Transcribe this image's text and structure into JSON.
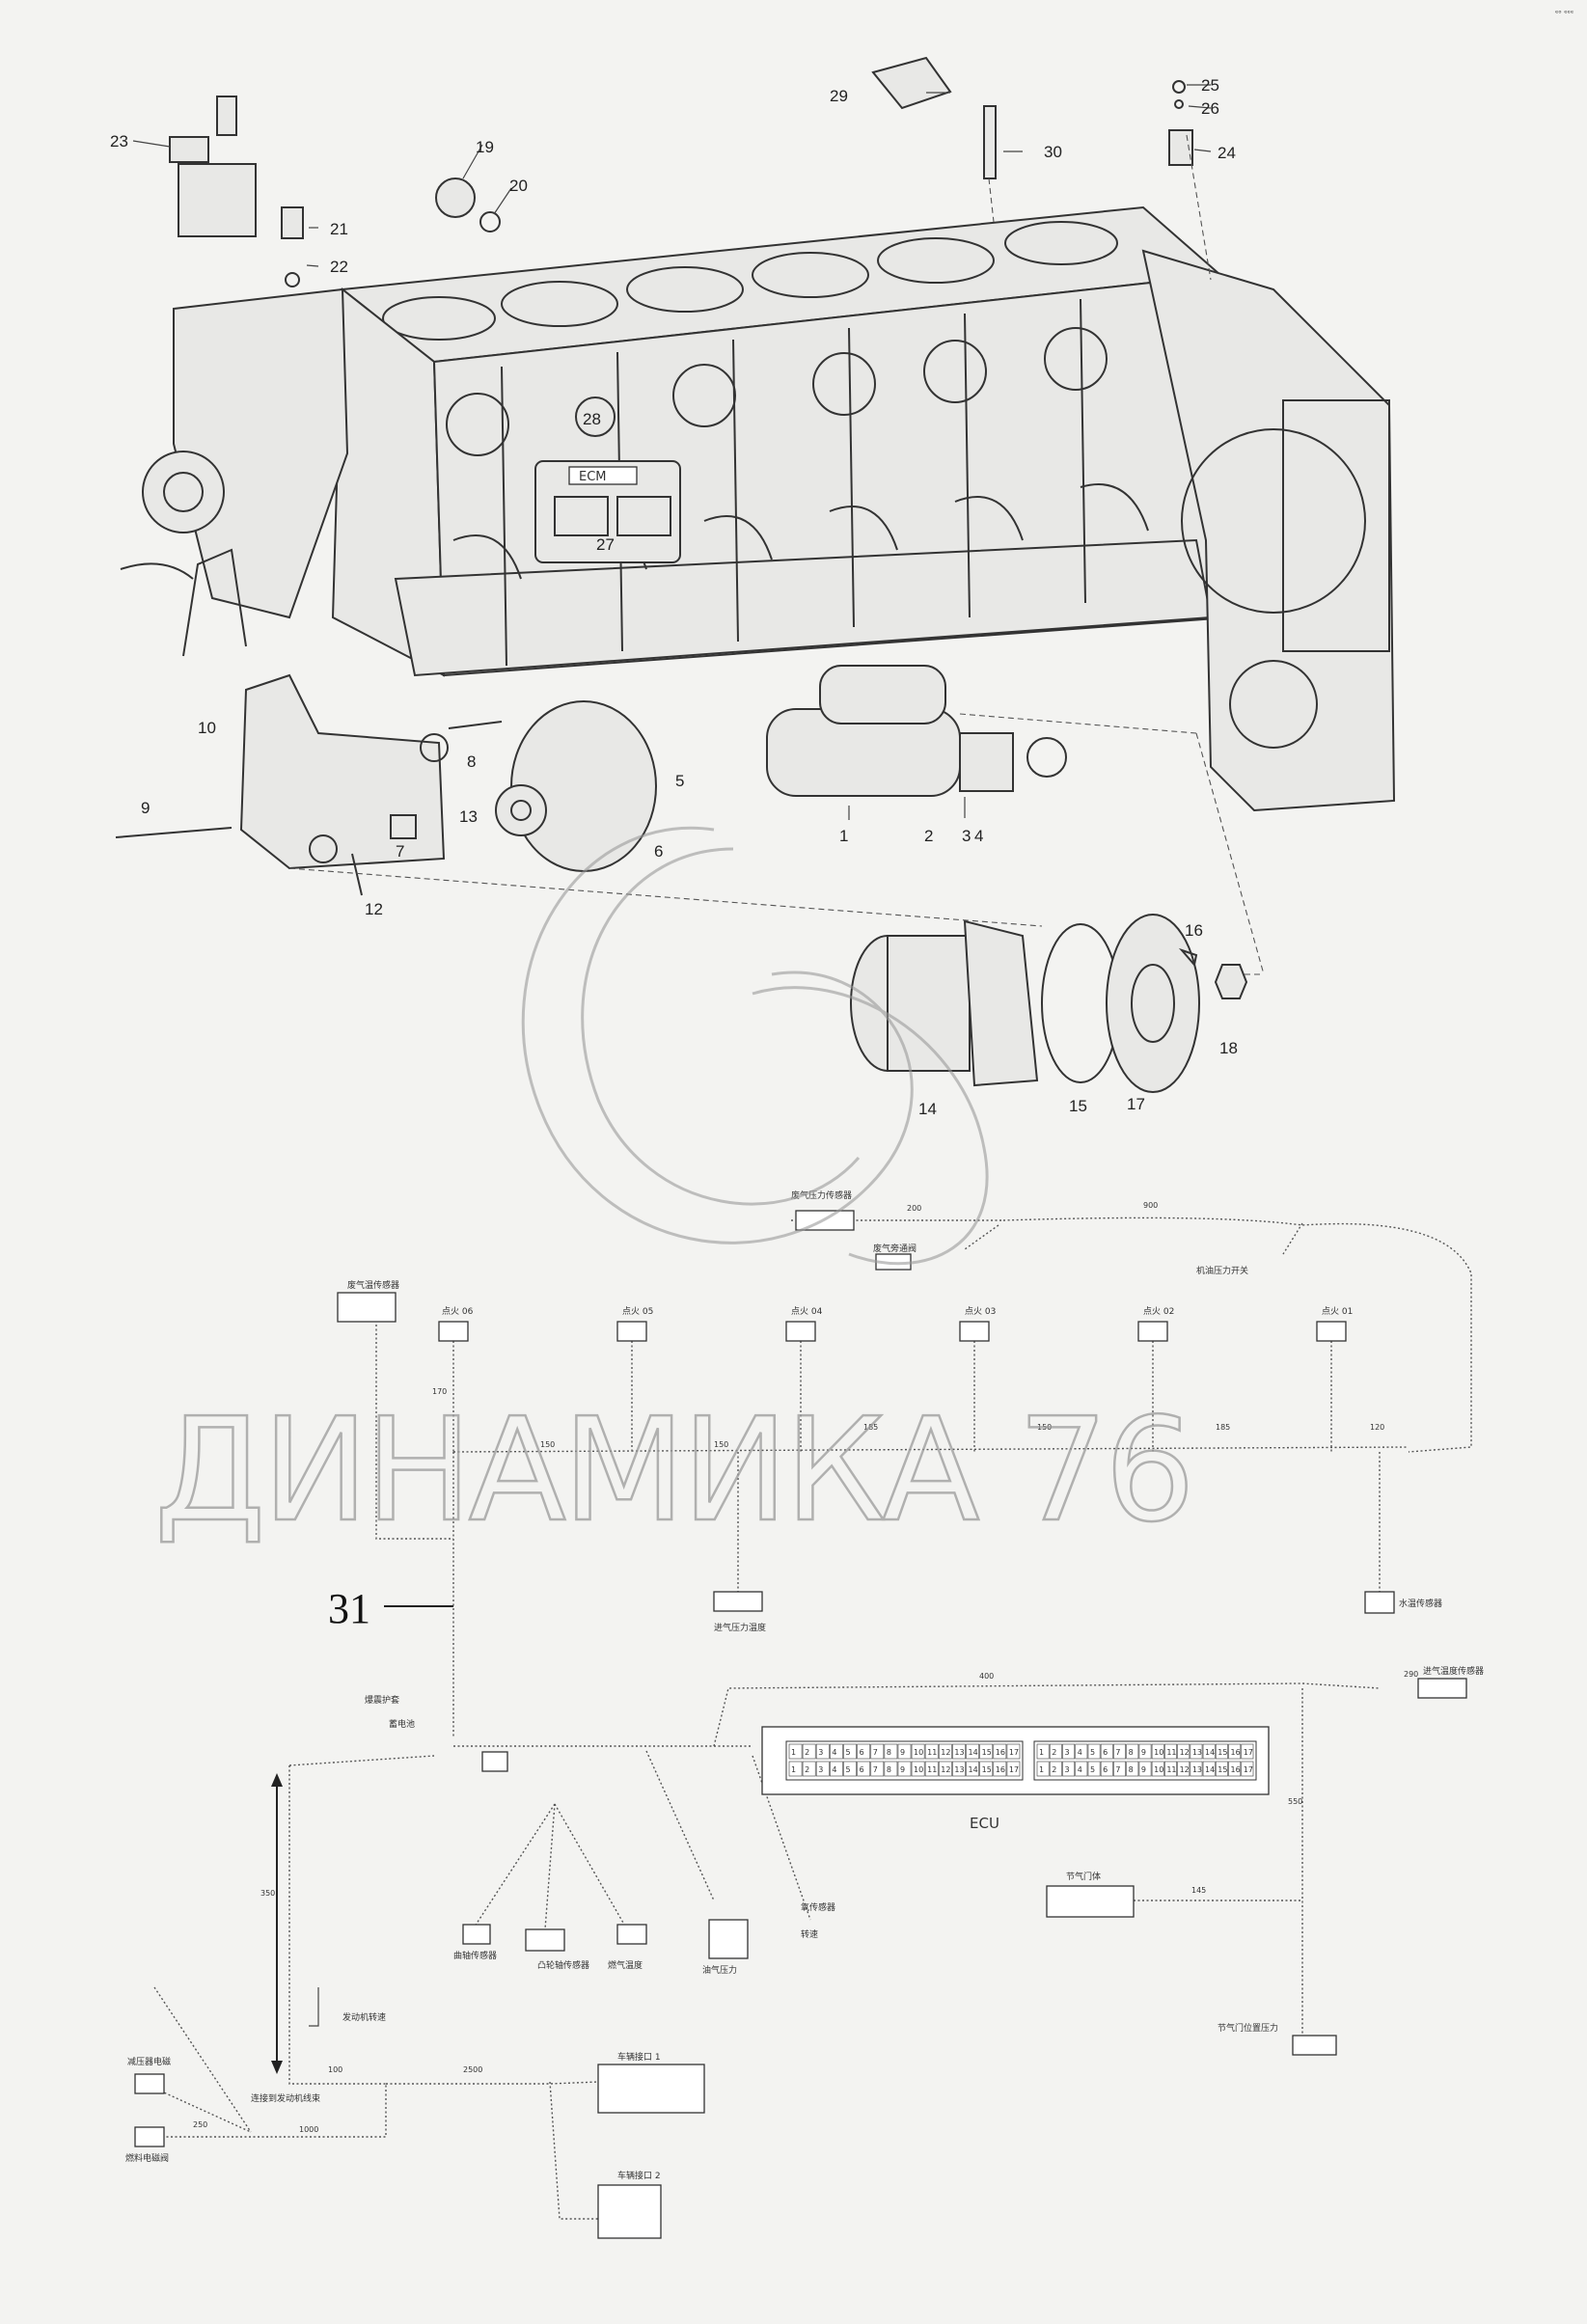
{
  "corner_mark": "ᵉᵒ ᵉᵉᵉ",
  "watermark": "ДИНАМИКА 76",
  "harness_label": "31",
  "ecu_box": {
    "title": "ECU",
    "left_row1": [
      "1",
      "2",
      "3",
      "4",
      "5",
      "6",
      "7",
      "8",
      "9",
      "10",
      "11",
      "12",
      "13",
      "14",
      "15",
      "16",
      "17"
    ],
    "left_row2": [
      "1",
      "2",
      "3",
      "4",
      "5",
      "6",
      "7",
      "8",
      "9",
      "10",
      "11",
      "12",
      "13",
      "14",
      "15",
      "16",
      "17"
    ],
    "right_row1": [
      "1",
      "2",
      "3",
      "4",
      "5",
      "6",
      "7",
      "8",
      "9",
      "10",
      "11",
      "12",
      "13",
      "14",
      "15",
      "16",
      "17"
    ],
    "right_row2": [
      "1",
      "2",
      "3",
      "4",
      "5",
      "6",
      "7",
      "8",
      "9",
      "10",
      "11",
      "12",
      "13",
      "14",
      "15",
      "16",
      "17"
    ]
  },
  "parts": [
    "1",
    "2",
    "3",
    "4",
    "5",
    "6",
    "7",
    "8",
    "9",
    "10",
    "12",
    "13",
    "14",
    "15",
    "16",
    "17",
    "18",
    "19",
    "20",
    "21",
    "22",
    "23",
    "24",
    "25",
    "26",
    "27",
    "28",
    "29",
    "30"
  ],
  "engine_labels": {
    "ecm": "ECM"
  },
  "harness_text": {
    "t1": "废气压力传感器",
    "t2": "废气旁通阀",
    "t3": "机油压力开关",
    "t4": "废气温传感器",
    "t5": "点火 06",
    "t6": "点火 05",
    "t7": "点火 04",
    "t8": "点火 03",
    "t9": "点火 02",
    "t10": "点火 01",
    "t11": "水温传感器",
    "t12": "进气压力温度",
    "t13": "进气温度传感器",
    "t14": "爆震护套",
    "t15": "曲轴传感器",
    "t16": "凸轮轴传感器",
    "t17": "蓄电池",
    "t18": "燃气温度",
    "t19": "油气压力",
    "t20": "转速",
    "t21": "节气门体",
    "t22": "节气门位置压力",
    "t23": "发动机转速",
    "t24": "减压器电磁",
    "t25": "燃料电磁阀",
    "t26": "车辆接口 1",
    "t27": "车辆接口 2",
    "t28": "连接到发动机线束",
    "t29": "氧传感器"
  },
  "wire_lengths": {
    "w1": "200",
    "w2": "900",
    "w3": "150",
    "w4": "185",
    "w5": "150",
    "w6": "185",
    "w7": "150",
    "w8": "120",
    "w9": "170",
    "w10": "400",
    "w11": "290",
    "w12": "145",
    "w13": "550",
    "w14": "350",
    "w15": "1000",
    "w16": "100",
    "w17": "250",
    "w18": "2500"
  }
}
